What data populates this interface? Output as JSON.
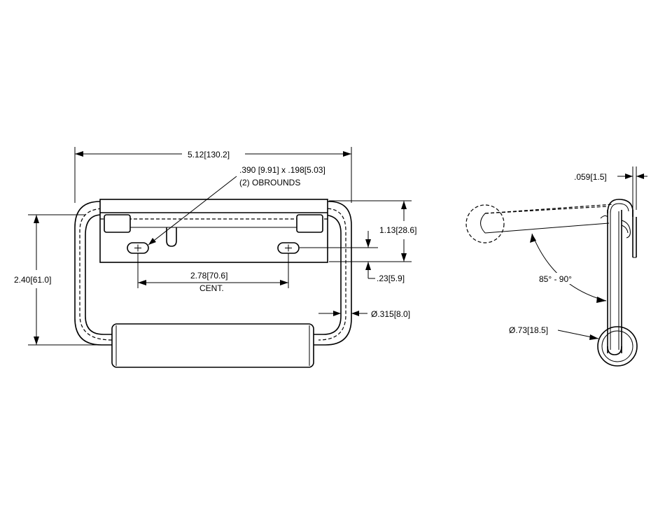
{
  "dimensions": {
    "overall_width": "5.12",
    "overall_width_mm": "130.2",
    "overall_height": "2.40",
    "overall_height_mm": "61.0",
    "plate_height": "1.13",
    "plate_height_mm": "28.6",
    "slot_offset": ".23",
    "slot_offset_mm": "5.9",
    "hole_spacing": "2.78",
    "hole_spacing_mm": "70.6",
    "hole_spacing_note": "CENT.",
    "wire_diameter": ".315",
    "wire_diameter_mm": "8.0",
    "obround_size_line": ".390 [9.91] x .198",
    "obround_size_mm": "5.03",
    "obround_note": "(2) OBROUNDS",
    "thickness": ".059",
    "thickness_mm": "1.5",
    "angle": "85° - 90°",
    "grip_diameter": ".73",
    "grip_diameter_mm": "18.5",
    "diameter_symbol": "Ø"
  }
}
